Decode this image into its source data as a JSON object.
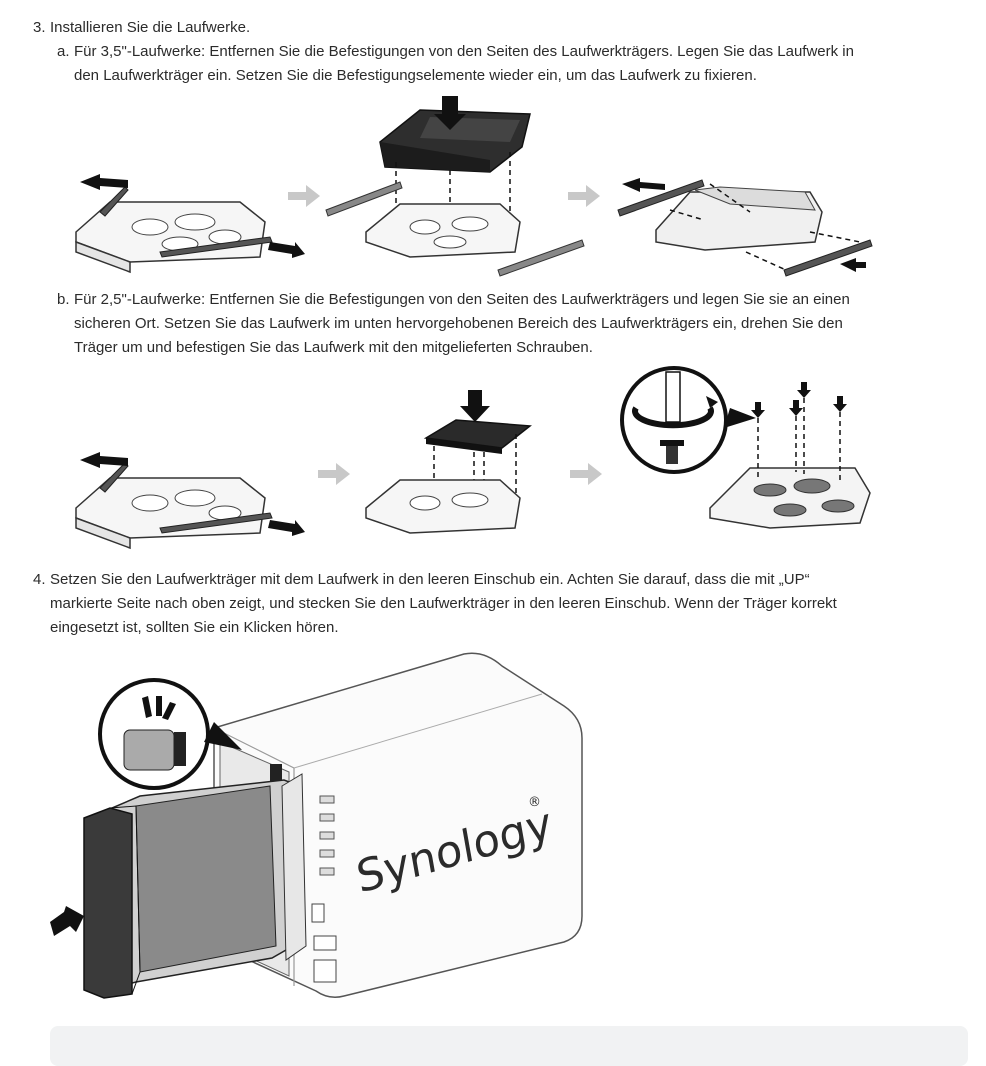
{
  "steps": {
    "s3": {
      "num": "3.",
      "text": "Installieren Sie die Laufwerke.",
      "a": {
        "num": "a.",
        "line1": "Für 3,5\"-Laufwerke: Entfernen Sie die Befestigungen von den Seiten des Laufwerkträgers. Legen Sie das Laufwerk in",
        "line2": "den Laufwerkträger ein. Setzen Sie die Befestigungselemente wieder ein, um das Laufwerk zu fixieren."
      },
      "b": {
        "num": "b.",
        "line1": "Für 2,5\"-Laufwerke: Entfernen Sie die Befestigungen von den Seiten des Laufwerkträgers und legen Sie sie an einen",
        "line2": "sicheren Ort. Setzen Sie das Laufwerk im unten hervorgehobenen Bereich des Laufwerkträgers ein, drehen Sie den",
        "line3": "Träger um und befestigen Sie das Laufwerk mit den mitgelieferten Schrauben."
      }
    },
    "s4": {
      "num": "4.",
      "line1": "Setzen Sie den Laufwerkträger mit dem Laufwerk in den leeren Einschub ein. Achten Sie darauf, dass die mit „UP“",
      "line2": "markierte Seite nach oben zeigt, und stecken Sie den Laufwerkträger in den leeren Einschub. Wenn der Träger korrekt",
      "line3": "eingesetzt ist, sollten Sie ein Klicken hören."
    }
  },
  "illustration": {
    "brand": "Synology",
    "registered": "®"
  },
  "colors": {
    "text": "#2b2b2b",
    "arrow_gray": "#c8c8c8",
    "line_dark": "#1a1a1a",
    "note_bg": "#f1f2f3"
  }
}
